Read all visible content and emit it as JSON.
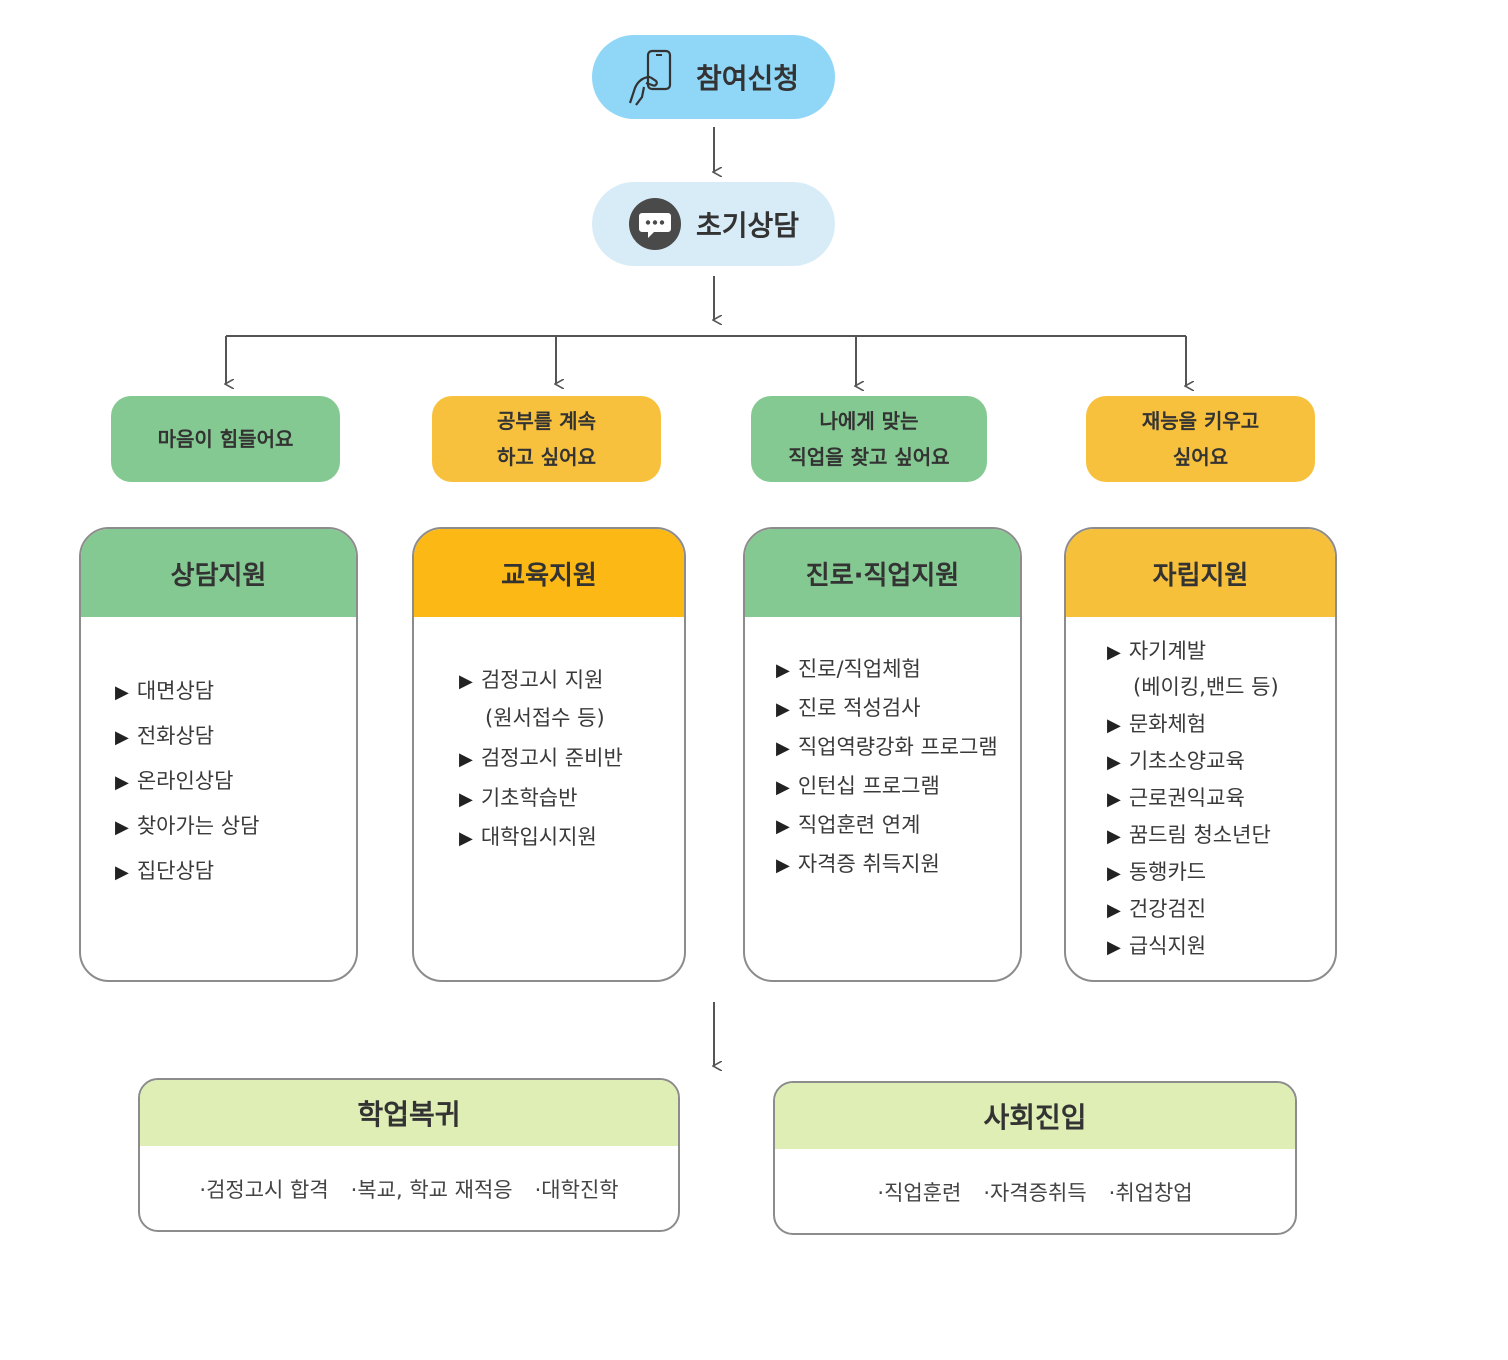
{
  "steps": [
    {
      "label": "참여신청",
      "icon": "phone-hand-icon"
    },
    {
      "label": "초기상담",
      "icon": "chat-bubble-icon"
    }
  ],
  "needs": [
    {
      "lines": [
        "마음이 힘들어요"
      ],
      "color": "#84c991"
    },
    {
      "lines": [
        "공부를 계속",
        "하고 싶어요"
      ],
      "color": "#f8c13d"
    },
    {
      "lines": [
        "나에게 맞는",
        "직업을 찾고 싶어요"
      ],
      "color": "#84c991"
    },
    {
      "lines": [
        "재능을 키우고",
        "싶어요"
      ],
      "color": "#f8c13d"
    }
  ],
  "supports": [
    {
      "title": "상담지원",
      "color": "#84c991",
      "items": [
        "대면상담",
        "전화상담",
        "온라인상담",
        "찾아가는 상담",
        "집단상담"
      ]
    },
    {
      "title": "교육지원",
      "color": "#fcb814",
      "items": [
        "검정고시 지원",
        "(원서접수 등)",
        "검정고시 준비반",
        "기초학습반",
        "대학입시지원"
      ]
    },
    {
      "title": "진로·직업지원",
      "color": "#84c991",
      "items": [
        "진로/직업체험",
        "진로 적성검사",
        "직업역량강화 프로그램",
        "인턴십 프로그램",
        "직업훈련 연계",
        "자격증 취득지원"
      ]
    },
    {
      "title": "자립지원",
      "color": "#f7c03b",
      "items": [
        "자기계발",
        "(베이킹,밴드 등)",
        "문화체험",
        "기초소양교육",
        "근로권익교육",
        "꿈드림 청소년단",
        "동행카드",
        "건강검진",
        "급식지원"
      ]
    }
  ],
  "outcomes": [
    {
      "title": "학업복귀",
      "items": [
        "·검정고시 합격",
        "·복교, 학교 재적응",
        "·대학진학"
      ]
    },
    {
      "title": "사회진입",
      "items": [
        "·직업훈련",
        "·자격증취득",
        "·취업창업"
      ]
    }
  ],
  "colors": {
    "line": "#555555",
    "border": "#8c8c8c",
    "outcome_head": "#deeeb4"
  }
}
